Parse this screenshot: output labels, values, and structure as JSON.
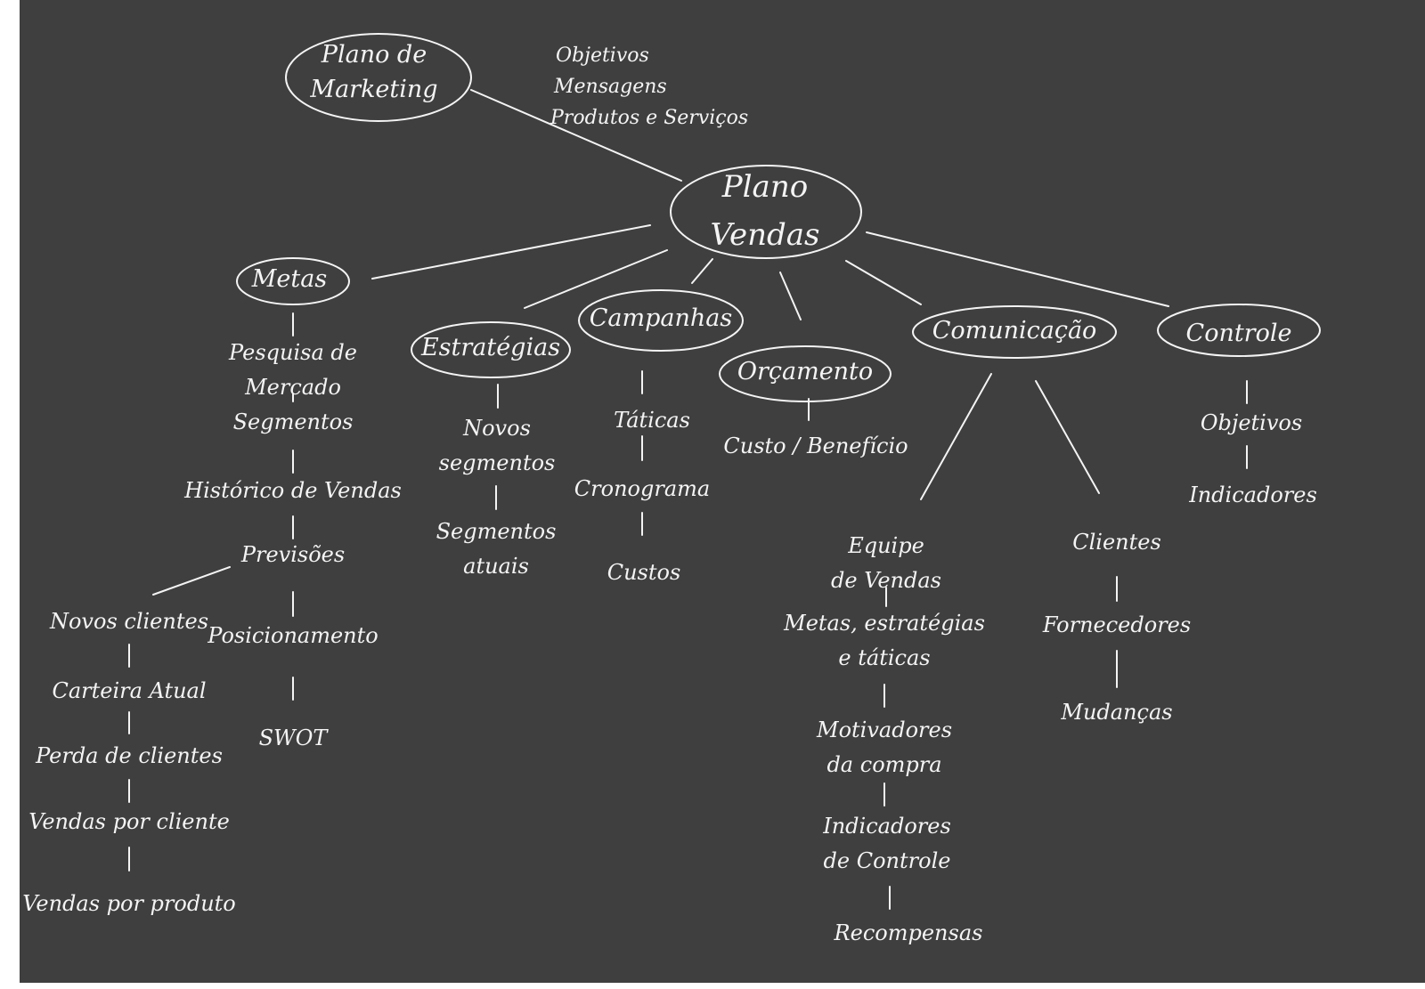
{
  "palette": {
    "background": "#3f3f3f",
    "ink": "#f4f4f4",
    "page": "#ffffff"
  },
  "plano_marketing": {
    "line1": "Plano de",
    "line2": "Marketing",
    "notes": [
      "Objetivos",
      "Mensagens",
      "Produtos e Serviços"
    ]
  },
  "plano_vendas": {
    "line1": "Plano",
    "line2": "Vendas"
  },
  "metas": {
    "title": "Metas",
    "pesquisa": [
      "Pesquisa de",
      "Mercado",
      "Segmentos"
    ],
    "historico": "Histórico  de Vendas",
    "previsoes": "Previsões",
    "posicionamento": "Posicionamento",
    "swot": "SWOT",
    "clientes_chain": [
      "Novos clientes",
      "Carteira Atual",
      "Perda de clientes",
      "Vendas por cliente",
      "Vendas por produto"
    ]
  },
  "estrategias": {
    "title": "Estratégias",
    "novos": [
      "Novos",
      "segmentos"
    ],
    "atuais": [
      "Segmentos",
      "atuais"
    ]
  },
  "campanhas": {
    "title": "Campanhas",
    "items": [
      "Táticas",
      "Cronograma",
      "Custos"
    ]
  },
  "orcamento": {
    "title": "Orçamento",
    "item": "Custo / Benefício"
  },
  "comunicacao": {
    "title": "Comunicação",
    "equipe": {
      "head": [
        "Equipe",
        "de Vendas"
      ],
      "metas": [
        "Metas, estratégias",
        "e táticas"
      ],
      "motivadores": [
        "Motivadores",
        "da  compra"
      ],
      "indicadores": [
        "Indicadores",
        "de Controle"
      ],
      "recompensas": "Recompensas"
    },
    "clientes": [
      "Clientes",
      "Fornecedores",
      "Mudanças"
    ]
  },
  "controle": {
    "title": "Controle",
    "items": [
      "Objetivos",
      "Indicadores"
    ]
  }
}
